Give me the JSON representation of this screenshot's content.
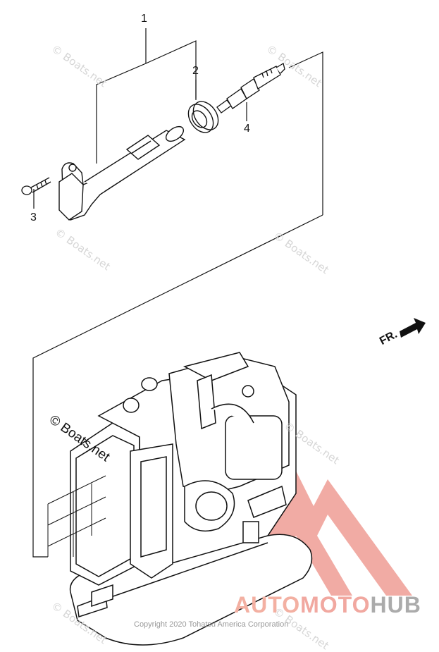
{
  "callouts": {
    "one": "1",
    "two": "2",
    "three": "3",
    "four": "4"
  },
  "watermarks": {
    "small": "© Boats.net",
    "large": "© Boats.net"
  },
  "direction_label": "FR.",
  "copyright": "Copyright 2020 Tohatsu America Corporation",
  "brand": {
    "part1": "AUTO",
    "part2": "MOTO",
    "part3": "HUB"
  },
  "colors": {
    "logo_red": "#f0a29a",
    "logo_grey": "#ababab",
    "line": "#111111"
  }
}
